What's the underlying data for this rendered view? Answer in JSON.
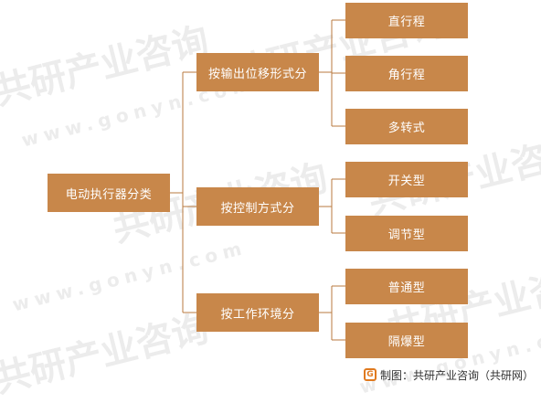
{
  "diagram": {
    "root": "电动执行器分类",
    "categories": [
      {
        "label": "按输出位移形式分",
        "items": [
          "直行程",
          "角行程",
          "多转式"
        ]
      },
      {
        "label": "按控制方式分",
        "items": [
          "开关型",
          "调节型"
        ]
      },
      {
        "label": "按工作环境分",
        "items": [
          "普通型",
          "隔爆型"
        ]
      }
    ]
  },
  "watermark": {
    "brand": "共研产业咨询",
    "url": "www.gonyn.com"
  },
  "footer": {
    "source": "制图：共研产业咨询（共研网）"
  },
  "colors": {
    "node": "#c8874a",
    "line": "#b87a3f",
    "logo": "#e07a1f"
  }
}
